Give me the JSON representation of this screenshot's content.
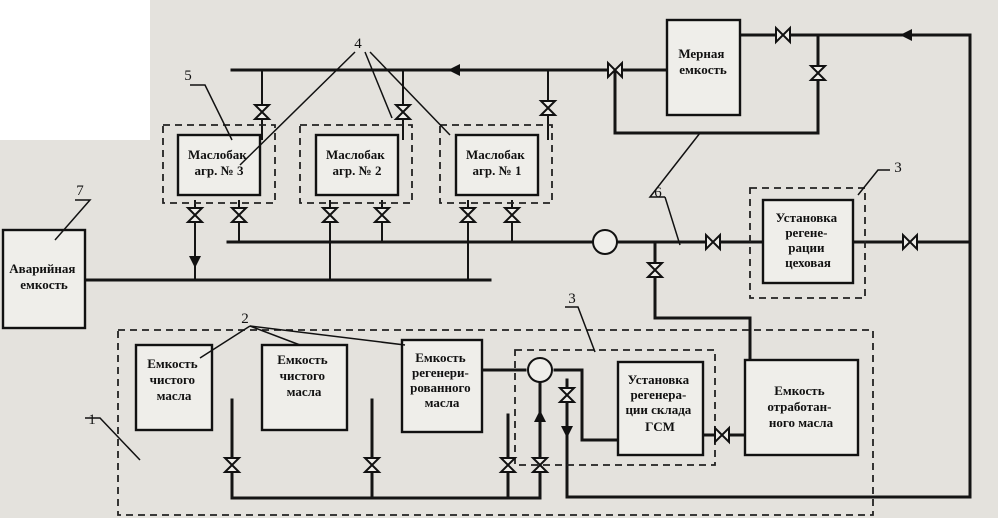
{
  "units": [
    {
      "id": "merna",
      "lines": [
        "Мерная",
        "емкость"
      ]
    },
    {
      "id": "maslobak3",
      "lines": [
        "Маслобак",
        "агр. № 3"
      ]
    },
    {
      "id": "maslobak2",
      "lines": [
        "Маслобак",
        "агр. № 2"
      ]
    },
    {
      "id": "maslobak1",
      "lines": [
        "Маслобак",
        "агр. № 1"
      ]
    },
    {
      "id": "avariynaya",
      "lines": [
        "Аварийная",
        "емкость"
      ]
    },
    {
      "id": "regen_tsekh",
      "lines": [
        "Установка",
        "регене-",
        "рации",
        "цеховая"
      ]
    },
    {
      "id": "chist1",
      "lines": [
        "Емкость",
        "чистого",
        "масла"
      ]
    },
    {
      "id": "chist2",
      "lines": [
        "Емкость",
        "чистого",
        "масла"
      ]
    },
    {
      "id": "regen_masla",
      "lines": [
        "Емкость",
        "регенери-",
        "рованного",
        "масла"
      ]
    },
    {
      "id": "regen_sklad",
      "lines": [
        "Установка",
        "регенера-",
        "ции склада",
        "ГСМ"
      ]
    },
    {
      "id": "otrabot",
      "lines": [
        "Емкость",
        "отработан-",
        "ного масла"
      ]
    }
  ],
  "callouts": [
    "1",
    "2",
    "3",
    "3",
    "4",
    "5",
    "6",
    "7"
  ]
}
